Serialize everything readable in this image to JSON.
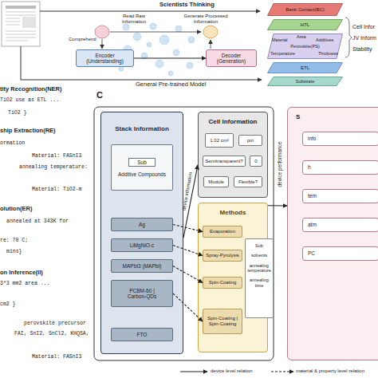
{
  "diagram": {
    "nodes": [
      {
        "text": [
          "Encoder (Understanding)"
        ]
      },
      {
        "text": [
          "Decoder (Generation)"
        ]
      },
      {
        "text": [
          "Bank Contact(BC)"
        ]
      },
      {
        "text": [
          "HTL"
        ]
      },
      {
        "text": [
          "Perovskite(PS)"
        ]
      },
      {
        "text": [
          "ETL"
        ]
      },
      {
        "text": [
          "Substrate"
        ]
      },
      {
        "text": [
          "Stack Information"
        ]
      },
      {
        "text": [
          "Sub",
          "Additive Compounds"
        ],
        "in": 7
      },
      {
        "text": [
          "Ag"
        ],
        "in": 7
      },
      {
        "text": [
          "LiMgNiO-c"
        ],
        "in": 7
      },
      {
        "text": [
          "MAPbI3 (MAPbI)"
        ],
        "in": 7
      },
      {
        "text": [
          "PCBM-60 | Carbon-QDs"
        ],
        "in": 7
      },
      {
        "text": [
          "FTO"
        ],
        "in": 7
      },
      {
        "text": [
          "Cell Information"
        ]
      },
      {
        "text": [
          "1.02 cm²"
        ],
        "in": 14
      },
      {
        "text": [
          "pin"
        ],
        "in": 14
      },
      {
        "text": [
          "Semitransparent?"
        ],
        "in": 14
      },
      {
        "text": [
          "0"
        ],
        "in": 14
      },
      {
        "text": [
          "Module"
        ],
        "in": 14
      },
      {
        "text": [
          "Flexible?"
        ],
        "in": 14
      },
      {
        "text": [
          "Methods"
        ]
      },
      {
        "text": [
          "Evaporation"
        ],
        "in": 21
      },
      {
        "text": [
          "Spray-Pyrolysis"
        ],
        "in": 21
      },
      {
        "text": [
          "Spin-Coating"
        ],
        "in": 21
      },
      {
        "text": [
          "Spin-Coating | Spin-Coating"
        ],
        "in": 21
      },
      {
        "text": [
          "Sub",
          "solvents",
          "annealing temperature",
          "annealing time"
        ],
        "in": 21
      },
      {
        "text": [
          "S"
        ]
      },
      {
        "text": [
          "info"
        ],
        "in": 27
      },
      {
        "text": [
          "h"
        ],
        "in": 27
      },
      {
        "text": [
          "tem"
        ],
        "in": 27
      },
      {
        "text": [
          "atm"
        ],
        "in": 27
      },
      {
        "text": [
          "PC"
        ],
        "in": 27
      }
    ],
    "edges": [
      {
        "from": 0,
        "to": 1,
        "arrow": "to"
      },
      {
        "from": 7,
        "to": 14,
        "label": "device information",
        "arrow": "to"
      },
      {
        "from": 9,
        "to": 22,
        "arrow": "to"
      },
      {
        "from": 10,
        "to": 23,
        "arrow": "to"
      },
      {
        "from": 11,
        "to": 24,
        "arrow": "to"
      },
      {
        "from": 12,
        "to": 25,
        "arrow": "to"
      },
      {
        "from": 21,
        "to": 27,
        "label": "device performance",
        "arrow": "to"
      }
    ],
    "labels": [
      "Scientists Thinking",
      "Read Raw Information",
      "Generate Processed Information",
      "Comprehend",
      "General Pre-trained Model",
      "Area",
      "Additives",
      "Material",
      "Temperature",
      "Thickness",
      "Cell Infor",
      "JV Inform",
      "Stability",
      "tity Recognition(NER)",
      "TiO2 use as ETL ...",
      "TiO2 }",
      "ship Extraction(RE)",
      "ormation",
      "Material: FASnI3",
      "annealing temperature:",
      "Material: TiO2-m",
      "olution(ER)",
      "annealed at 343K for",
      "re: 70 C;",
      "mins}",
      "on Inference(II)",
      "3*3 mm2 area ...",
      "cm2 }",
      "perovskite precursor",
      "FAI, SnI2, SnCl2, KHQSA,",
      "Material: FASnI3",
      "C"
    ],
    "legend": [
      {
        "text": "device level relation"
      },
      {
        "text": "material & property level relation"
      }
    ]
  }
}
